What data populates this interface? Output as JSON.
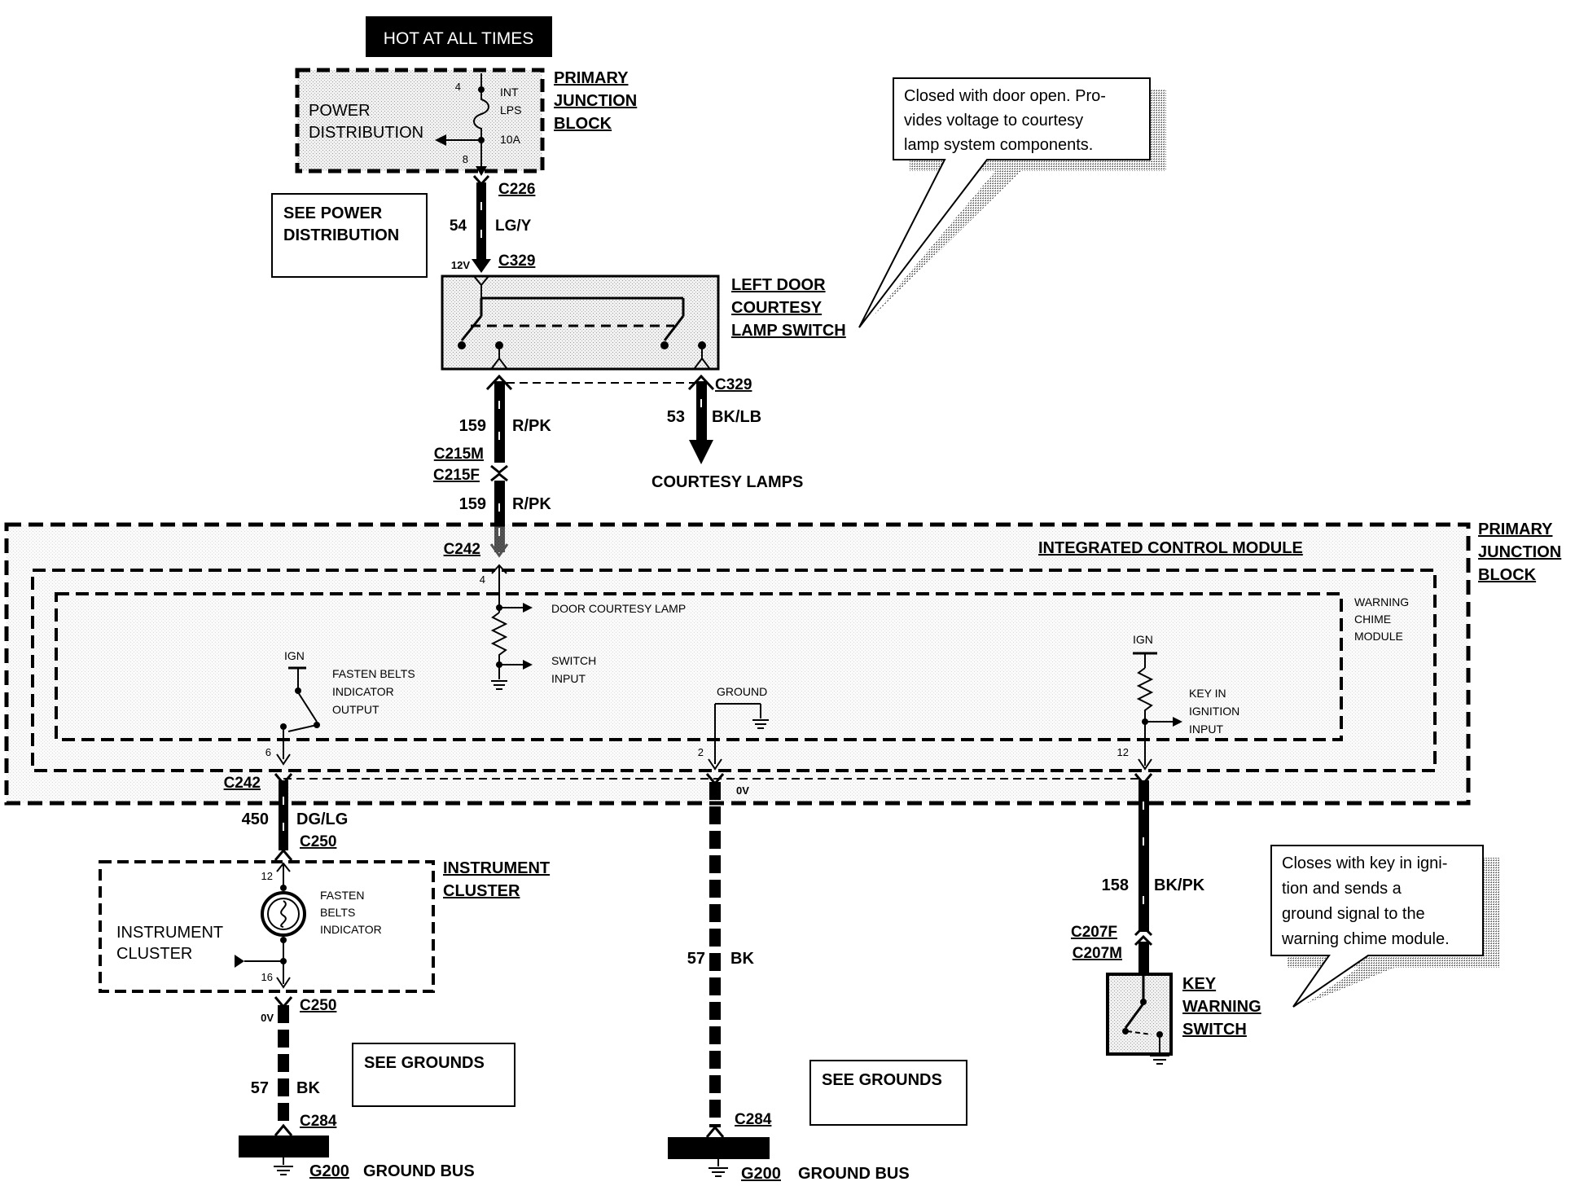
{
  "hot_label": "HOT AT ALL TIMES",
  "pjb_top": {
    "title": [
      "PRIMARY",
      "JUNCTION",
      "BLOCK"
    ],
    "power_dist": [
      "POWER",
      "DISTRIBUTION"
    ],
    "pin_in": "4",
    "pin_out": "8",
    "fuse": [
      "INT",
      "LPS",
      "10A"
    ]
  },
  "see_power": [
    "SEE POWER",
    "DISTRIBUTION"
  ],
  "conn": {
    "c226": "C226",
    "c329_top": "C329",
    "c329_bot": "C329",
    "c215m": "C215M",
    "c215f": "C215F",
    "c242_top": "C242",
    "c242_bot": "C242",
    "c250_top": "C250",
    "c250_bot": "C250",
    "c207f": "C207F",
    "c207m": "C207M",
    "c284_left": "C284",
    "c284_mid": "C284"
  },
  "wires": {
    "w54_num": "54",
    "w54_col": "LG/Y",
    "w159a_num": "159",
    "w159a_col": "R/PK",
    "w159b_num": "159",
    "w159b_col": "R/PK",
    "w53_num": "53",
    "w53_col": "BK/LB",
    "w450_num": "450",
    "w450_col": "DG/LG",
    "w57a_num": "57",
    "w57a_col": "BK",
    "w57b_num": "57",
    "w57b_col": "BK",
    "w158_num": "158",
    "w158_col": "BK/PK"
  },
  "voltages": {
    "v12": "12V",
    "v0_mid": "0V",
    "v0_left": "0V"
  },
  "door_switch": {
    "title": [
      "LEFT DOOR",
      "COURTESY",
      "LAMP SWITCH"
    ]
  },
  "callout_top": [
    "Closed with door open. Pro-",
    "vides voltage to courtesy",
    "lamp system components."
  ],
  "courtesy_lamps": "COURTESY LAMPS",
  "icm": {
    "title": "INTEGRATED CONTROL MODULE",
    "pjb_title": [
      "PRIMARY",
      "JUNCTION",
      "BLOCK"
    ],
    "wcm": [
      "WARNING",
      "CHIME",
      "MODULE"
    ],
    "door_lamp": "DOOR COURTESY LAMP",
    "switch_input": [
      "SWITCH",
      "INPUT"
    ],
    "ign_left": "IGN",
    "fasten_output": [
      "FASTEN BELTS",
      "INDICATOR",
      "OUTPUT"
    ],
    "ground": "GROUND",
    "ign_right": "IGN",
    "key_in": [
      "KEY IN",
      "IGNITION",
      "INPUT"
    ],
    "pin4": "4",
    "pin6": "6",
    "pin2": "2",
    "pin12": "12"
  },
  "cluster": {
    "title": [
      "INSTRUMENT",
      "CLUSTER"
    ],
    "inner": [
      "INSTRUMENT",
      "CLUSTER"
    ],
    "indicator": [
      "FASTEN",
      "BELTS",
      "INDICATOR"
    ],
    "pin12": "12",
    "pin16": "16"
  },
  "see_grounds_left": "SEE GROUNDS",
  "see_grounds_mid": "SEE GROUNDS",
  "ground_left": {
    "id": "G200",
    "label": "GROUND BUS"
  },
  "ground_mid": {
    "id": "G200",
    "label": "GROUND BUS"
  },
  "key_switch": {
    "title": [
      "KEY",
      "WARNING",
      "SWITCH"
    ]
  },
  "callout_bottom": [
    "Closes with key in igni-",
    "tion and sends a",
    "ground signal to the",
    "warning chime module."
  ]
}
